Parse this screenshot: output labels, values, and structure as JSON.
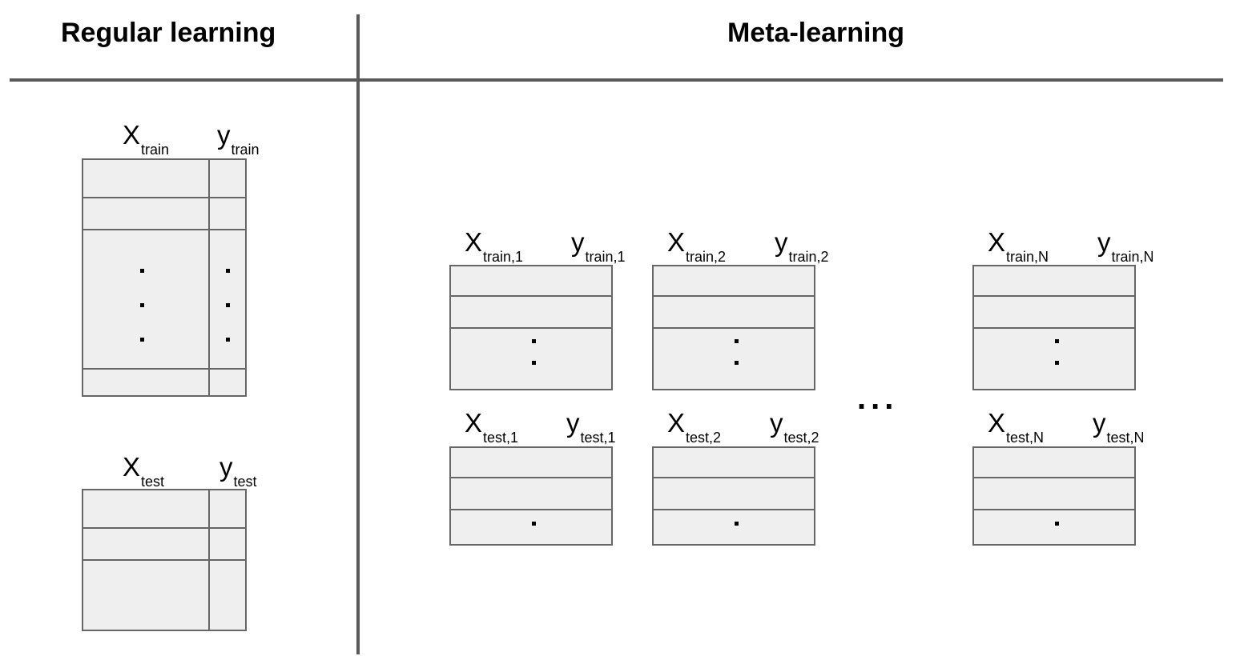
{
  "headings": {
    "regular": "Regular learning",
    "meta": "Meta-learning"
  },
  "regular": {
    "train": {
      "x_main": "X",
      "x_sub": "train",
      "y_main": "y",
      "y_sub": "train"
    },
    "test": {
      "x_main": "X",
      "x_sub": "test",
      "y_main": "y",
      "y_sub": "test"
    }
  },
  "meta": {
    "tasks": [
      {
        "train": {
          "x_main": "X",
          "x_sub": "train,1",
          "y_main": "y",
          "y_sub": "train,1"
        },
        "test": {
          "x_main": "X",
          "x_sub": "test,1",
          "y_main": "y",
          "y_sub": "test,1"
        }
      },
      {
        "train": {
          "x_main": "X",
          "x_sub": "train,2",
          "y_main": "y",
          "y_sub": "train,2"
        },
        "test": {
          "x_main": "X",
          "x_sub": "test,2",
          "y_main": "y",
          "y_sub": "test,2"
        }
      },
      {
        "train": {
          "x_main": "X",
          "x_sub": "train,N",
          "y_main": "y",
          "y_sub": "train,N"
        },
        "test": {
          "x_main": "X",
          "x_sub": "test,N",
          "y_main": "y",
          "y_sub": "test,N"
        }
      }
    ],
    "ellipsis": "..."
  }
}
